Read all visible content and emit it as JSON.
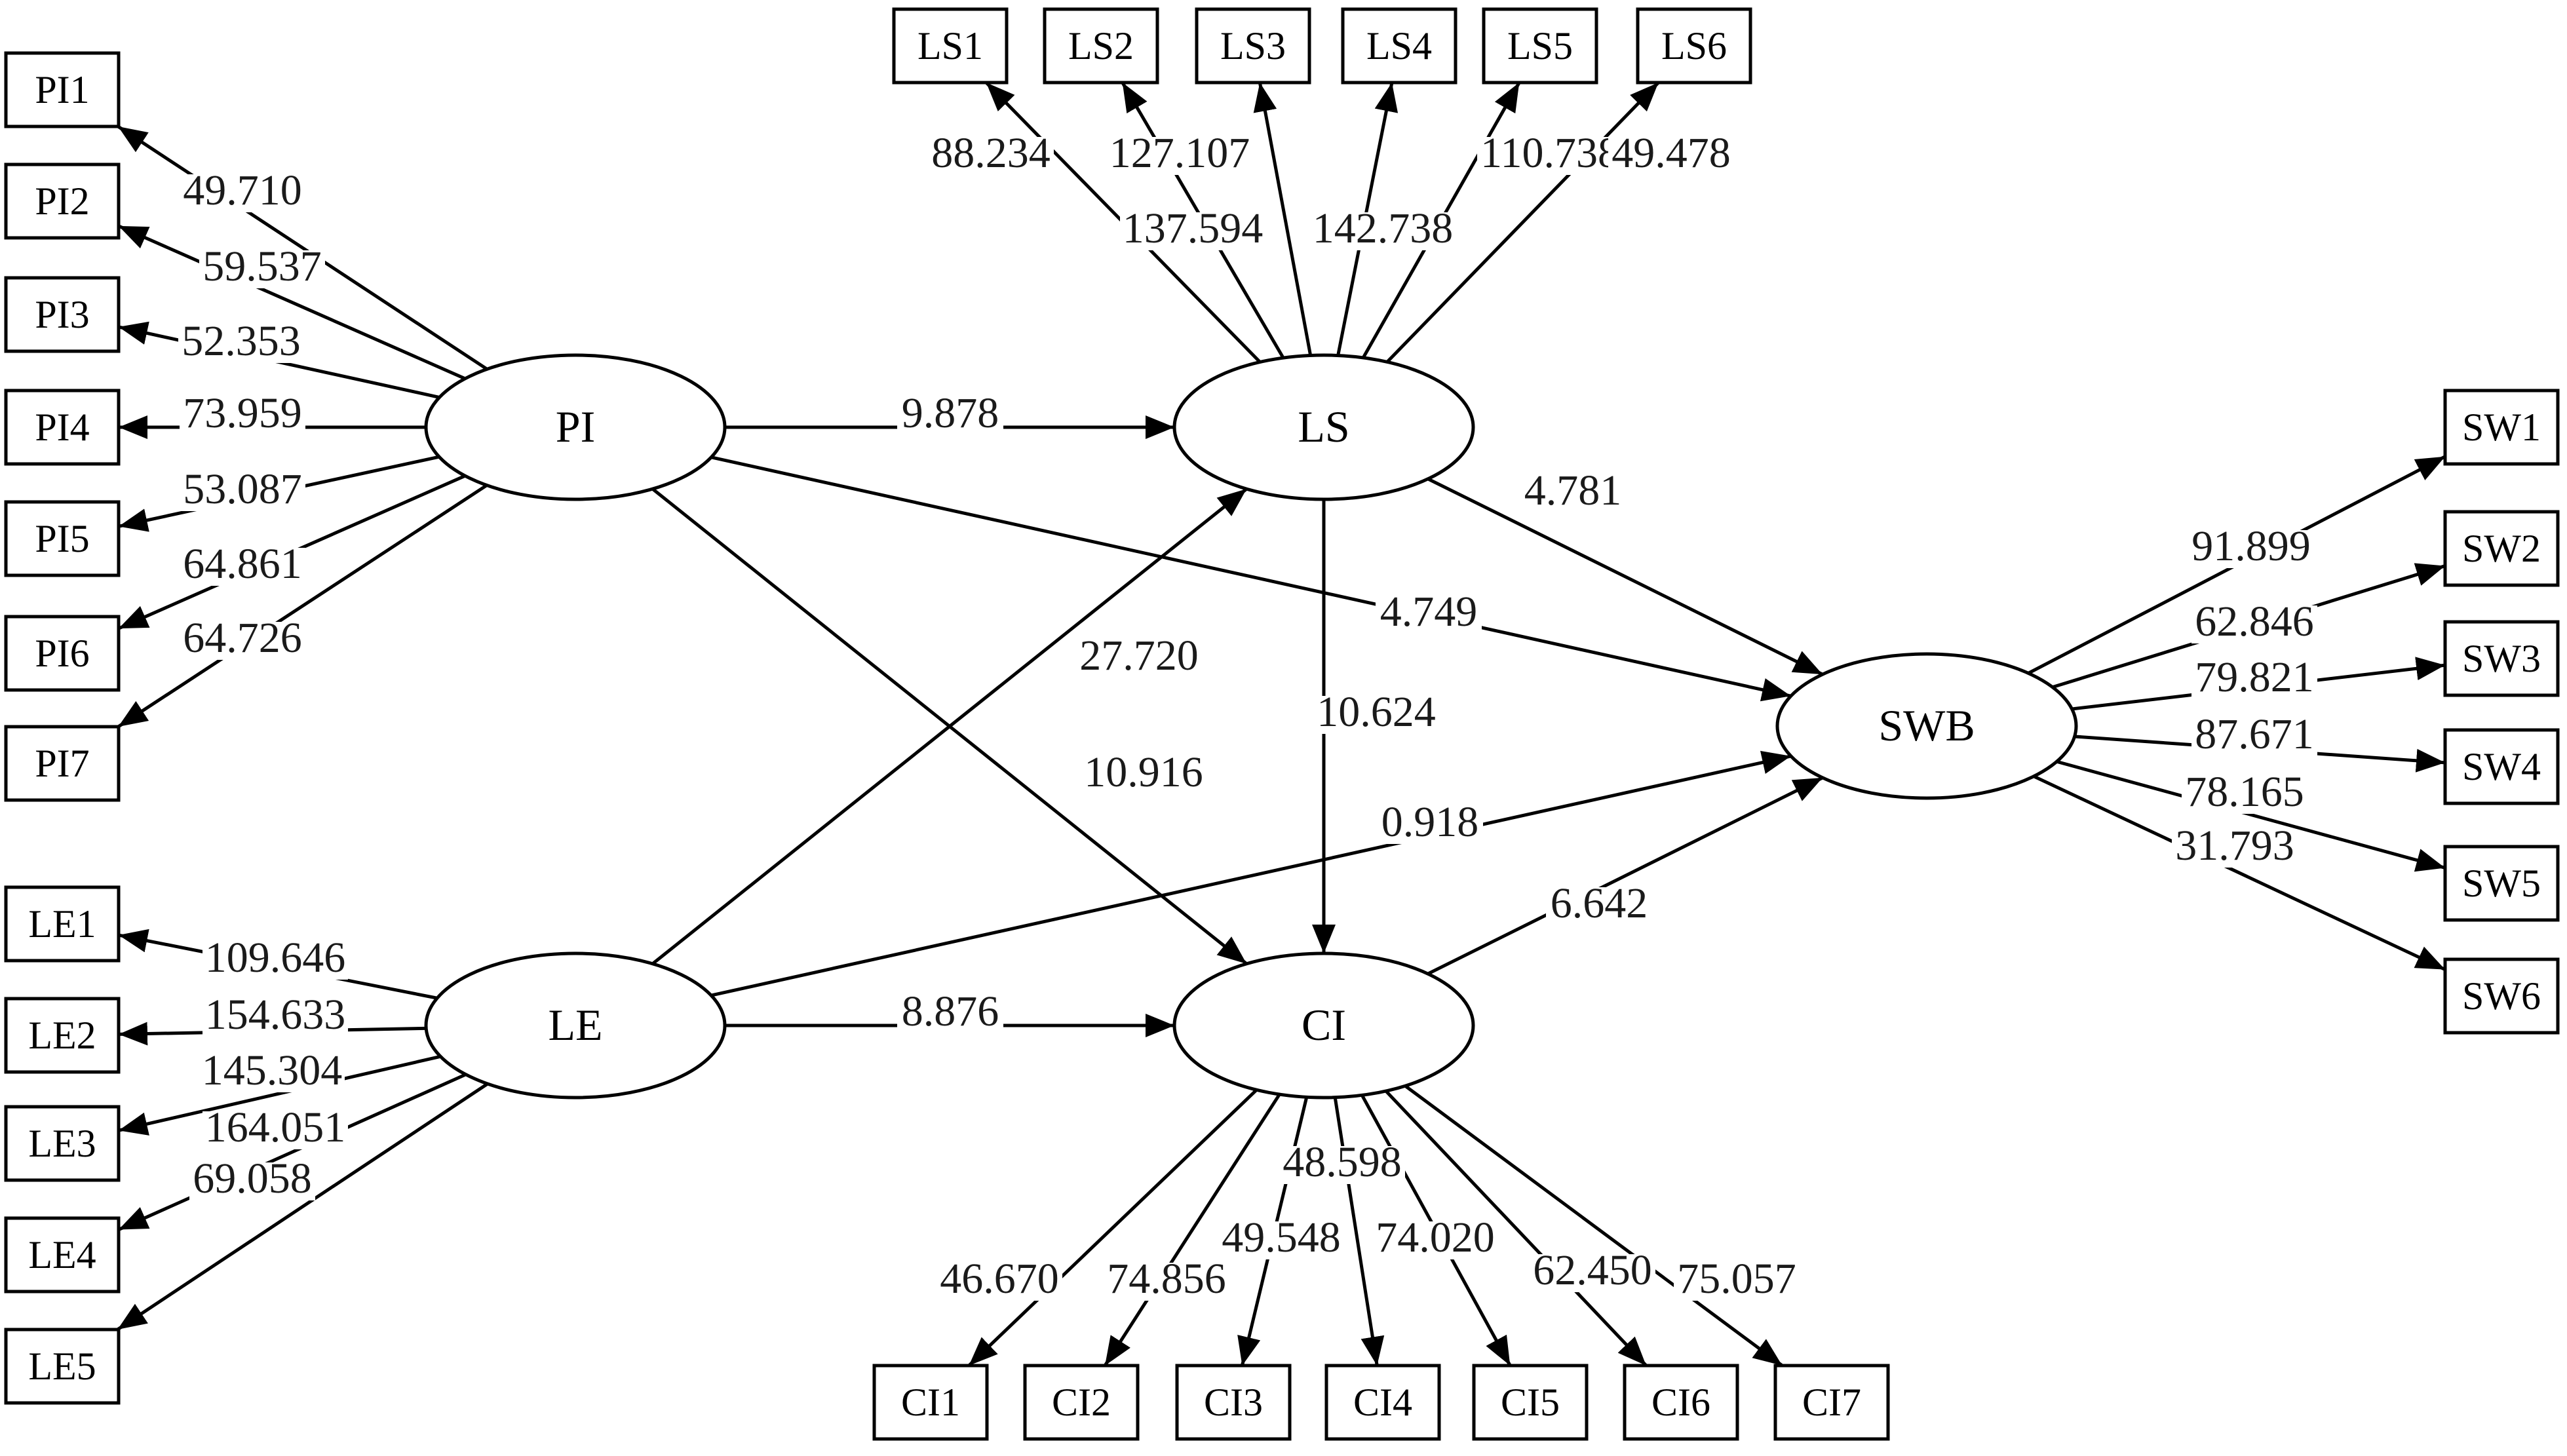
{
  "diagram": {
    "constructs": [
      {
        "id": "PI",
        "label": "PI"
      },
      {
        "id": "LS",
        "label": "LS"
      },
      {
        "id": "LE",
        "label": "LE"
      },
      {
        "id": "CI",
        "label": "CI"
      },
      {
        "id": "SWB",
        "label": "SWB"
      }
    ],
    "indicators": [
      {
        "id": "PI1",
        "label": "PI1",
        "construct": "PI",
        "loading": "49.710"
      },
      {
        "id": "PI2",
        "label": "PI2",
        "construct": "PI",
        "loading": "59.537"
      },
      {
        "id": "PI3",
        "label": "PI3",
        "construct": "PI",
        "loading": "52.353"
      },
      {
        "id": "PI4",
        "label": "PI4",
        "construct": "PI",
        "loading": "73.959"
      },
      {
        "id": "PI5",
        "label": "PI5",
        "construct": "PI",
        "loading": "53.087"
      },
      {
        "id": "PI6",
        "label": "PI6",
        "construct": "PI",
        "loading": "64.861"
      },
      {
        "id": "PI7",
        "label": "PI7",
        "construct": "PI",
        "loading": "64.726"
      },
      {
        "id": "LE1",
        "label": "LE1",
        "construct": "LE",
        "loading": "109.646"
      },
      {
        "id": "LE2",
        "label": "LE2",
        "construct": "LE",
        "loading": "154.633"
      },
      {
        "id": "LE3",
        "label": "LE3",
        "construct": "LE",
        "loading": "145.304"
      },
      {
        "id": "LE4",
        "label": "LE4",
        "construct": "LE",
        "loading": "164.051"
      },
      {
        "id": "LE5",
        "label": "LE5",
        "construct": "LE",
        "loading": "69.058"
      },
      {
        "id": "LS1",
        "label": "LS1",
        "construct": "LS",
        "loading": "88.234"
      },
      {
        "id": "LS2",
        "label": "LS2",
        "construct": "LS",
        "loading": "127.107"
      },
      {
        "id": "LS3",
        "label": "LS3",
        "construct": "LS",
        "loading": "137.594"
      },
      {
        "id": "LS4",
        "label": "LS4",
        "construct": "LS",
        "loading": "142.738"
      },
      {
        "id": "LS5",
        "label": "LS5",
        "construct": "LS",
        "loading": "110.738"
      },
      {
        "id": "LS6",
        "label": "LS6",
        "construct": "LS",
        "loading": "49.478"
      },
      {
        "id": "CI1",
        "label": "CI1",
        "construct": "CI",
        "loading": "46.670"
      },
      {
        "id": "CI2",
        "label": "CI2",
        "construct": "CI",
        "loading": "74.856"
      },
      {
        "id": "CI3",
        "label": "CI3",
        "construct": "CI",
        "loading": "49.548"
      },
      {
        "id": "CI4",
        "label": "CI4",
        "construct": "CI",
        "loading": "48.598"
      },
      {
        "id": "CI5",
        "label": "CI5",
        "construct": "CI",
        "loading": "74.020"
      },
      {
        "id": "CI6",
        "label": "CI6",
        "construct": "CI",
        "loading": "62.450"
      },
      {
        "id": "CI7",
        "label": "CI7",
        "construct": "CI",
        "loading": "75.057"
      },
      {
        "id": "SW1",
        "label": "SW1",
        "construct": "SWB",
        "loading": "91.899"
      },
      {
        "id": "SW2",
        "label": "SW2",
        "construct": "SWB",
        "loading": "62.846"
      },
      {
        "id": "SW3",
        "label": "SW3",
        "construct": "SWB",
        "loading": "79.821"
      },
      {
        "id": "SW4",
        "label": "SW4",
        "construct": "SWB",
        "loading": "87.671"
      },
      {
        "id": "SW5",
        "label": "SW5",
        "construct": "SWB",
        "loading": "78.165"
      },
      {
        "id": "SW6",
        "label": "SW6",
        "construct": "SWB",
        "loading": "31.793"
      }
    ],
    "paths": [
      {
        "id": "PI-LS",
        "from": "PI",
        "to": "LS",
        "value": "9.878"
      },
      {
        "id": "PI-CI",
        "from": "PI",
        "to": "CI",
        "value": "10.916"
      },
      {
        "id": "PI-SWB",
        "from": "PI",
        "to": "SWB",
        "value": "4.749"
      },
      {
        "id": "LE-LS",
        "from": "LE",
        "to": "LS",
        "value": "27.720"
      },
      {
        "id": "LE-CI",
        "from": "LE",
        "to": "CI",
        "value": "8.876"
      },
      {
        "id": "LE-SWB",
        "from": "LE",
        "to": "SWB",
        "value": "0.918"
      },
      {
        "id": "LS-CI",
        "from": "LS",
        "to": "CI",
        "value": "10.624"
      },
      {
        "id": "LS-SWB",
        "from": "LS",
        "to": "SWB",
        "value": "4.781"
      },
      {
        "id": "CI-SWB",
        "from": "CI",
        "to": "SWB",
        "value": "6.642"
      }
    ]
  }
}
